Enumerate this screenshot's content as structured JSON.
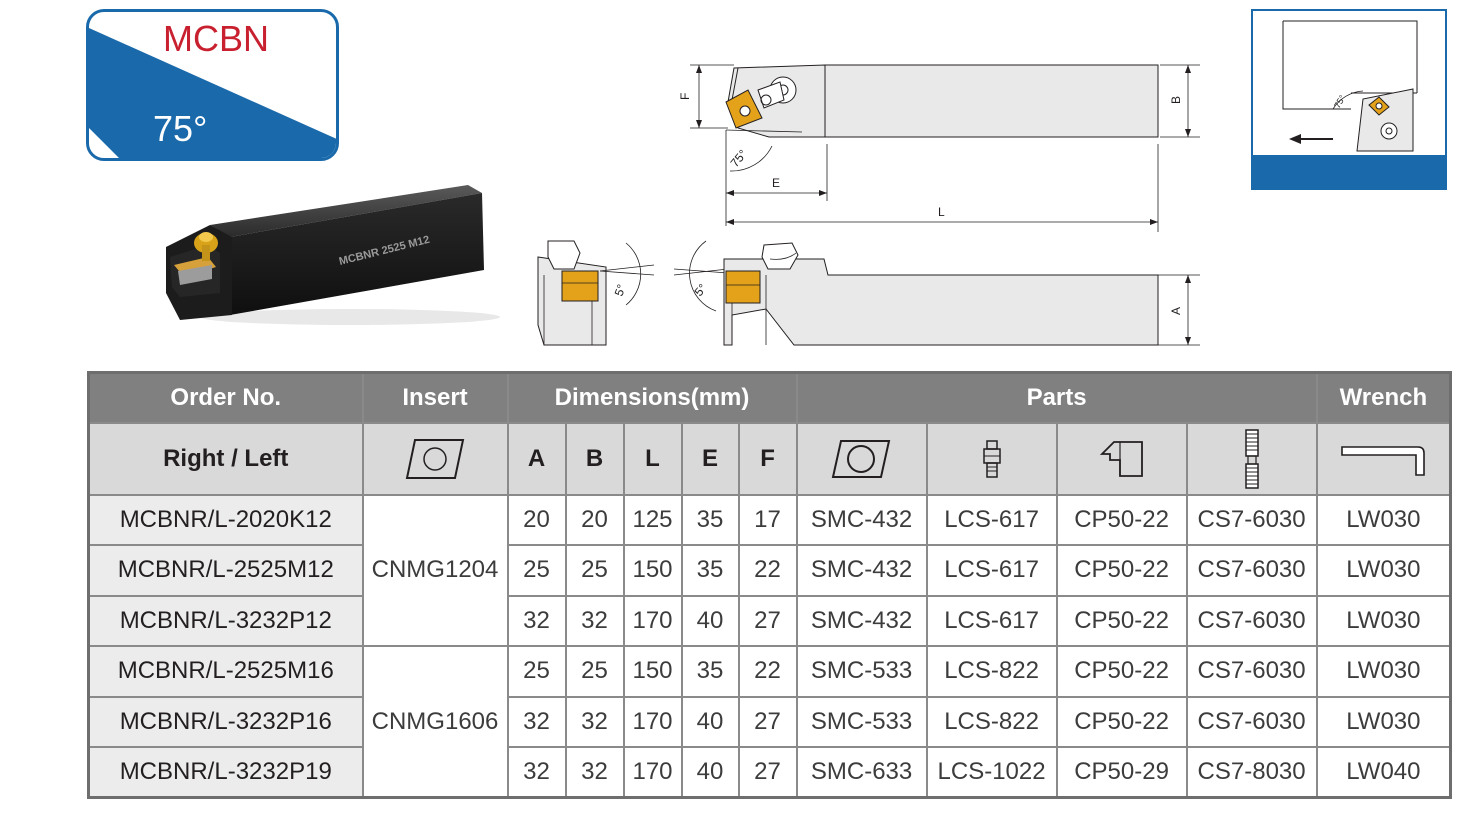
{
  "badge": {
    "code": "MCBN",
    "angle": "75°"
  },
  "product_photo": {
    "label": "MCBNR 2525 M12"
  },
  "diagram": {
    "labels": {
      "F": "F",
      "B": "B",
      "E": "E",
      "L": "L",
      "A": "A",
      "angle_75": "75°",
      "angle_5a": "5°",
      "angle_5b": "5°"
    }
  },
  "inset": {
    "angle": "75°"
  },
  "table": {
    "headers": {
      "order_no": "Order No.",
      "insert": "Insert",
      "dimensions": "Dimensions(mm)",
      "parts": "Parts",
      "wrench": "Wrench"
    },
    "subheaders": {
      "right_left": "Right / Left",
      "A": "A",
      "B": "B",
      "L": "L",
      "E": "E",
      "F": "F"
    },
    "icons": {
      "insert": "rhombic-insert-icon",
      "shim": "shim-icon",
      "pin": "lever-pin-icon",
      "clamp": "clamp-icon",
      "screw": "screw-icon",
      "wrench": "hex-key-icon"
    },
    "insert_groups": [
      "CNMG1204",
      "CNMG1606"
    ],
    "rows": [
      {
        "order": "MCBNR/L-2020K12",
        "A": "20",
        "B": "20",
        "L": "125",
        "E": "35",
        "F": "17",
        "shim": "SMC-432",
        "pin": "LCS-617",
        "clamp": "CP50-22",
        "screw": "CS7-6030",
        "wrench": "LW030"
      },
      {
        "order": "MCBNR/L-2525M12",
        "A": "25",
        "B": "25",
        "L": "150",
        "E": "35",
        "F": "22",
        "shim": "SMC-432",
        "pin": "LCS-617",
        "clamp": "CP50-22",
        "screw": "CS7-6030",
        "wrench": "LW030"
      },
      {
        "order": "MCBNR/L-3232P12",
        "A": "32",
        "B": "32",
        "L": "170",
        "E": "40",
        "F": "27",
        "shim": "SMC-432",
        "pin": "LCS-617",
        "clamp": "CP50-22",
        "screw": "CS7-6030",
        "wrench": "LW030"
      },
      {
        "order": "MCBNR/L-2525M16",
        "A": "25",
        "B": "25",
        "L": "150",
        "E": "35",
        "F": "22",
        "shim": "SMC-533",
        "pin": "LCS-822",
        "clamp": "CP50-22",
        "screw": "CS7-6030",
        "wrench": "LW030"
      },
      {
        "order": "MCBNR/L-3232P16",
        "A": "32",
        "B": "32",
        "L": "170",
        "E": "40",
        "F": "27",
        "shim": "SMC-533",
        "pin": "LCS-822",
        "clamp": "CP50-22",
        "screw": "CS7-6030",
        "wrench": "LW030"
      },
      {
        "order": "MCBNR/L-3232P19",
        "A": "32",
        "B": "32",
        "L": "170",
        "E": "40",
        "F": "27",
        "shim": "SMC-633",
        "pin": "LCS-1022",
        "clamp": "CP50-29",
        "screw": "CS7-8030",
        "wrench": "LW040"
      }
    ]
  },
  "colors": {
    "brand_blue": "#1a6aab",
    "title_red": "#c8202f",
    "header_gray": "#808080",
    "subheader_gray": "#d9d9d9",
    "insert_gold": "#e3a21a"
  }
}
